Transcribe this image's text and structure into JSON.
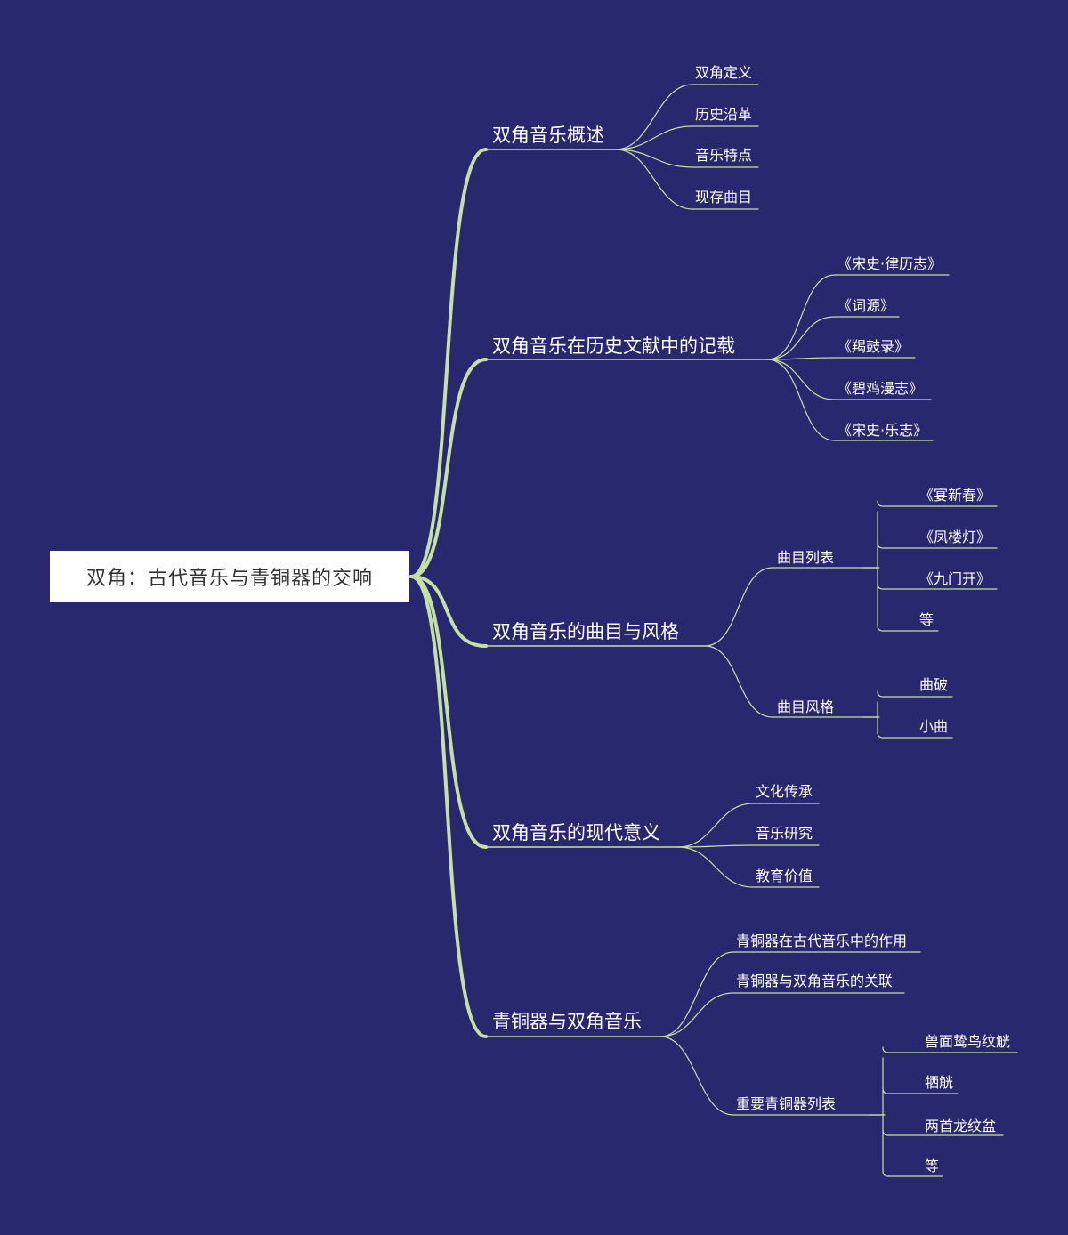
{
  "colors": {
    "background": "#28286e",
    "main_branch": "#c5e0a5",
    "sub_branch": "#c5e0a5",
    "text": "#ffffff",
    "root_box": "#ffffff",
    "root_text": "#333333"
  },
  "root": {
    "label": "双角：古代音乐与青铜器的交响"
  },
  "branches": [
    {
      "label": "双角音乐概述",
      "children": [
        {
          "label": "双角定义"
        },
        {
          "label": "历史沿革"
        },
        {
          "label": "音乐特点"
        },
        {
          "label": "现存曲目"
        }
      ]
    },
    {
      "label": "双角音乐在历史文献中的记载",
      "children": [
        {
          "label": "《宋史·律历志》"
        },
        {
          "label": "《词源》"
        },
        {
          "label": "《羯鼓录》"
        },
        {
          "label": "《碧鸡漫志》"
        },
        {
          "label": "《宋史·乐志》"
        }
      ]
    },
    {
      "label": "双角音乐的曲目与风格",
      "children": [
        {
          "label": "曲目列表",
          "children": [
            {
              "label": "《宴新春》"
            },
            {
              "label": "《凤楼灯》"
            },
            {
              "label": "《九门开》"
            },
            {
              "label": "等"
            }
          ]
        },
        {
          "label": "曲目风格",
          "children": [
            {
              "label": "曲破"
            },
            {
              "label": "小曲"
            }
          ]
        }
      ]
    },
    {
      "label": "双角音乐的现代意义",
      "children": [
        {
          "label": "文化传承"
        },
        {
          "label": "音乐研究"
        },
        {
          "label": "教育价值"
        }
      ]
    },
    {
      "label": "青铜器与双角音乐",
      "children": [
        {
          "label": "青铜器在古代音乐中的作用"
        },
        {
          "label": "青铜器与双角音乐的关联"
        },
        {
          "label": "重要青铜器列表",
          "children": [
            {
              "label": "兽面鸷鸟纹觥"
            },
            {
              "label": "牺觥"
            },
            {
              "label": "两首龙纹盆"
            },
            {
              "label": "等"
            }
          ]
        }
      ]
    }
  ]
}
